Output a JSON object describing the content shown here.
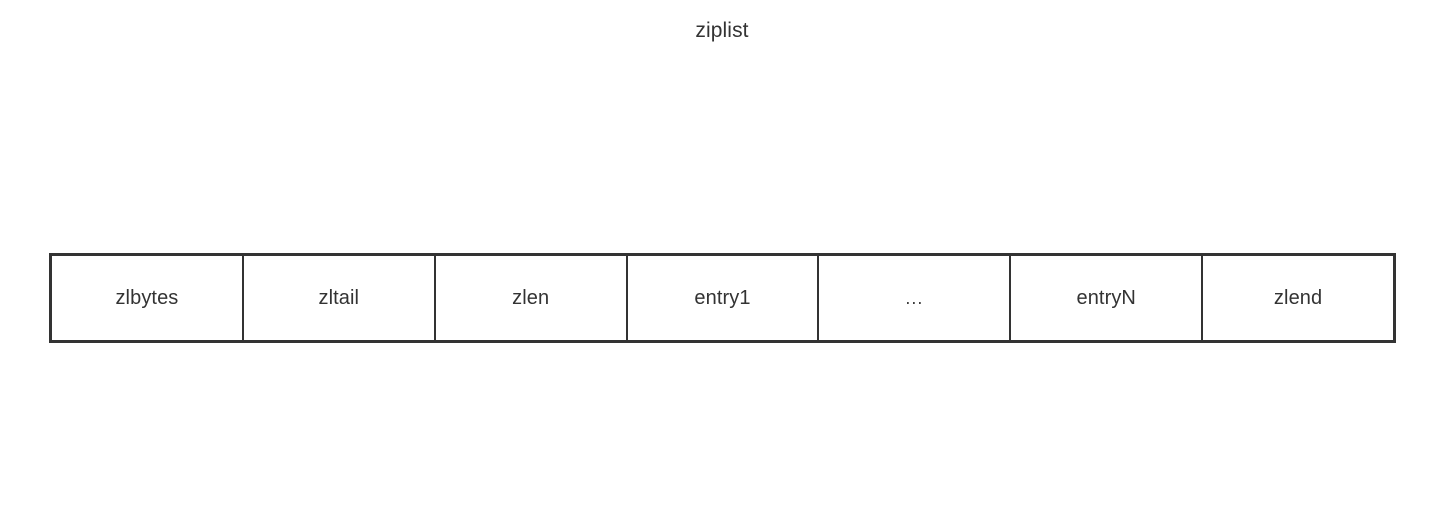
{
  "diagram": {
    "title": "ziplist",
    "type": "structure-layout",
    "background_color": "#ffffff",
    "border_color": "#333333",
    "text_color": "#333333",
    "cells": [
      {
        "label": "zlbytes"
      },
      {
        "label": "zltail"
      },
      {
        "label": "zlen"
      },
      {
        "label": "entry1"
      },
      {
        "label": "..."
      },
      {
        "label": "entryN"
      },
      {
        "label": "zlend"
      }
    ]
  }
}
